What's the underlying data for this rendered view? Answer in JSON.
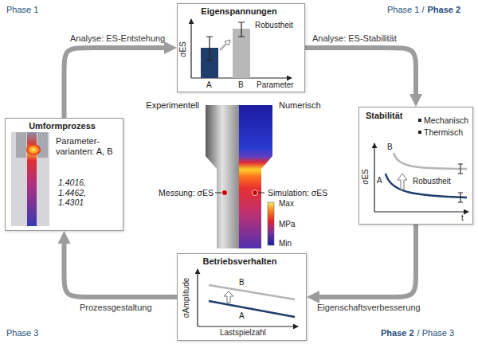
{
  "diagram": {
    "nodes": [
      {
        "text": [
          "Eigenspannungen"
        ]
      },
      {
        "text": [
          "Umformprozess",
          "Parameter- varianten: A, B",
          "1.4016, 1.4462, 1.4301"
        ]
      },
      {
        "text": [
          "Stabilität"
        ]
      },
      {
        "text": [
          "Betriebsverhalten"
        ]
      }
    ],
    "edges": [
      {
        "from": 1,
        "to": 0,
        "arrow": "to",
        "label": "Analyse: ES-Entstehung"
      },
      {
        "from": 0,
        "to": 2,
        "arrow": "to",
        "label": "Analyse: ES-Stabilität"
      },
      {
        "from": 2,
        "to": 3,
        "arrow": "to",
        "label": "Eigenschaftsverbesserung"
      },
      {
        "from": 3,
        "to": 1,
        "arrow": "to",
        "label": "Prozessgestaltung"
      }
    ],
    "labels": [
      "Phase 1",
      "Phase 1 /",
      "Phase 2",
      "Phase 3",
      "Phase 2",
      "/ Phase 3",
      "σES",
      "A",
      "B",
      "Parameter",
      "Robustheit",
      "Mechanisch",
      "Thermisch",
      "σES",
      "B",
      "A",
      "Robustheit",
      "t",
      "σAmplitude",
      "B",
      "A",
      "Lastspielzahl",
      "Experimentell",
      "Numerisch",
      "Messung: σES",
      "Simulation: σES",
      "Max",
      "MPa",
      "Min"
    ]
  }
}
